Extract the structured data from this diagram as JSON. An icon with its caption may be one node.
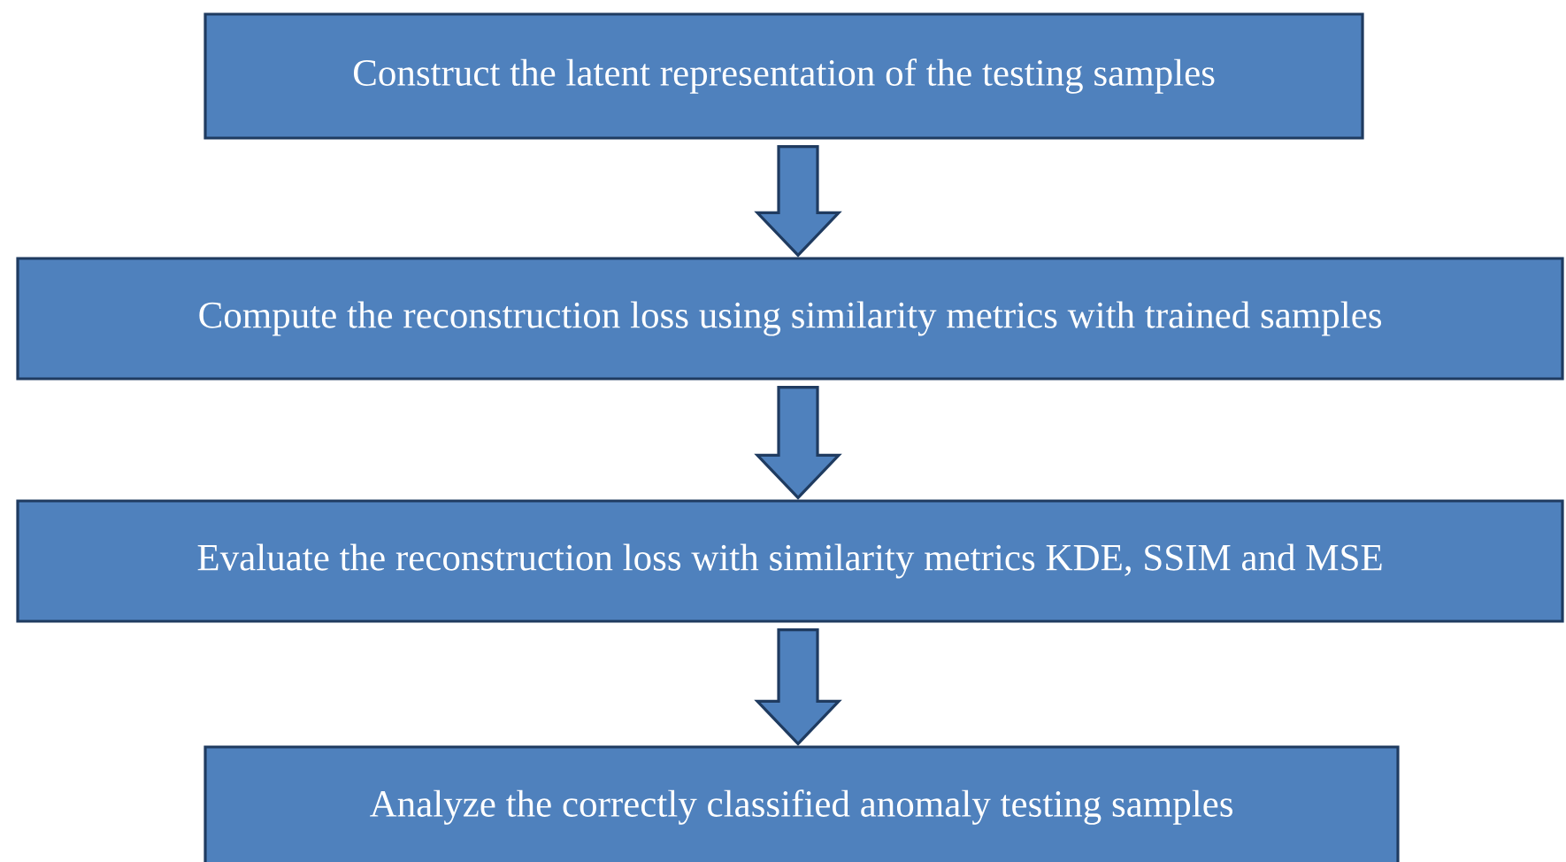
{
  "diagram": {
    "nodes": [
      {
        "text": [
          "Construct the latent representation of the testing samples"
        ]
      },
      {
        "text": [
          "Compute the reconstruction loss using similarity metrics with trained samples"
        ]
      },
      {
        "text": [
          "Evaluate the reconstruction loss with similarity metrics KDE, SSIM and MSE"
        ]
      },
      {
        "text": [
          "Analyze the correctly classified anomaly testing samples"
        ]
      }
    ],
    "edges": [
      {
        "from": 0,
        "to": 1,
        "arrow": "to"
      },
      {
        "from": 1,
        "to": 2,
        "arrow": "to"
      },
      {
        "from": 2,
        "to": 3,
        "arrow": "to"
      }
    ]
  }
}
